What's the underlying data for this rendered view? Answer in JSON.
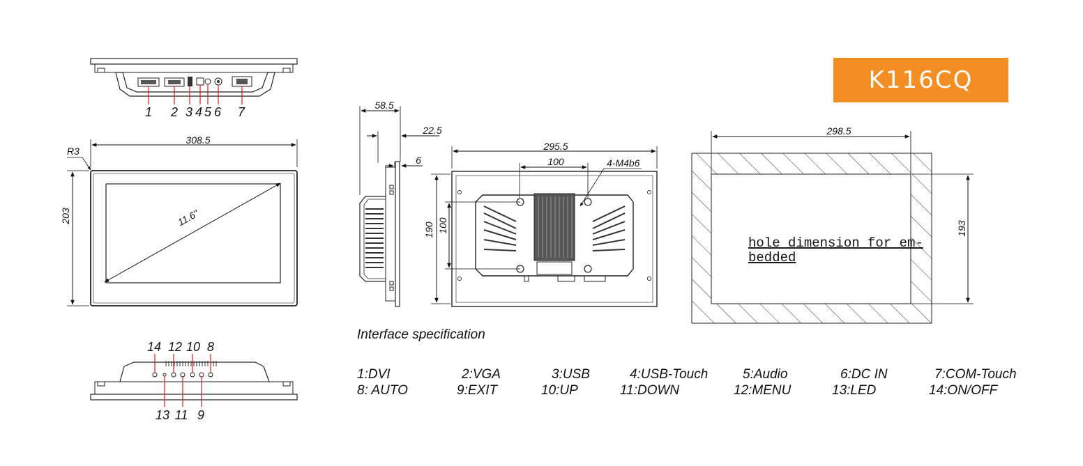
{
  "model": "K116CQ",
  "colors": {
    "badge": "#F28E23",
    "callout": "#D21E1E",
    "line": "#1a1a1a"
  },
  "dimensions": {
    "front_width": "308.5",
    "front_height": "203",
    "corner_radius": "R3",
    "diagonal": "11.6\"",
    "side_depth": "58.5",
    "side_bezel": "22.5",
    "side_thickness": "6",
    "back_width": "295.5",
    "back_height": "190",
    "vesa_w": "100",
    "vesa_h": "100",
    "screw": "4-M4b6",
    "cutout_width": "298.5",
    "cutout_height": "193"
  },
  "hole_note": {
    "line1": "hole dimension for em-",
    "line2": "bedded"
  },
  "top_callouts": [
    "1",
    "2",
    "3",
    "4",
    "5",
    "6",
    "7"
  ],
  "bottom_callouts_top": [
    "14",
    "12",
    "10",
    "8"
  ],
  "bottom_callouts_bottom": [
    "13",
    "11",
    "9"
  ],
  "interface_title": "Interface specification",
  "interface_row1": [
    "1:DVI",
    "2:VGA",
    "3:USB",
    "4:USB-Touch",
    "5:Audio",
    "6:DC IN",
    "7:COM-Touch"
  ],
  "interface_row2": [
    "8: AUTO",
    "9:EXIT",
    "10:UP",
    "11:DOWN",
    "12:MENU",
    "13:LED",
    "14:ON/OFF"
  ]
}
